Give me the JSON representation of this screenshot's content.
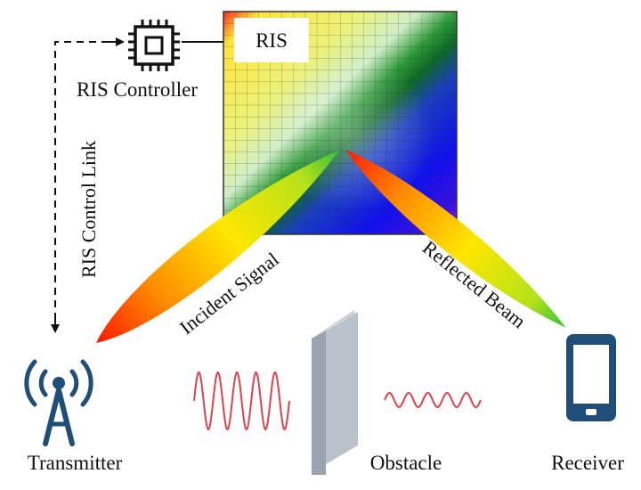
{
  "labels": {
    "ris": "RIS",
    "ris_controller": "RIS Controller",
    "ris_control_link": "RIS Control Link",
    "incident_signal": "Incident Signal",
    "reflected_beam": "Reflected Beam",
    "transmitter": "Transmitter",
    "obstacle": "Obstacle",
    "receiver": "Receiver"
  },
  "icons": {
    "controller": "chip-icon",
    "transmitter": "antenna-tower-icon",
    "receiver": "smartphone-icon"
  },
  "colors": {
    "icon_blue": "#1f4e79",
    "wave_red": "#e0424a",
    "obstacle_front": "#9aa4b0",
    "obstacle_side": "#c7ced6",
    "grid_line": "#2b2b2b",
    "beam_red": "#ff1a00",
    "beam_yellow": "#ffe600",
    "beam_green": "#2fbf3a"
  }
}
